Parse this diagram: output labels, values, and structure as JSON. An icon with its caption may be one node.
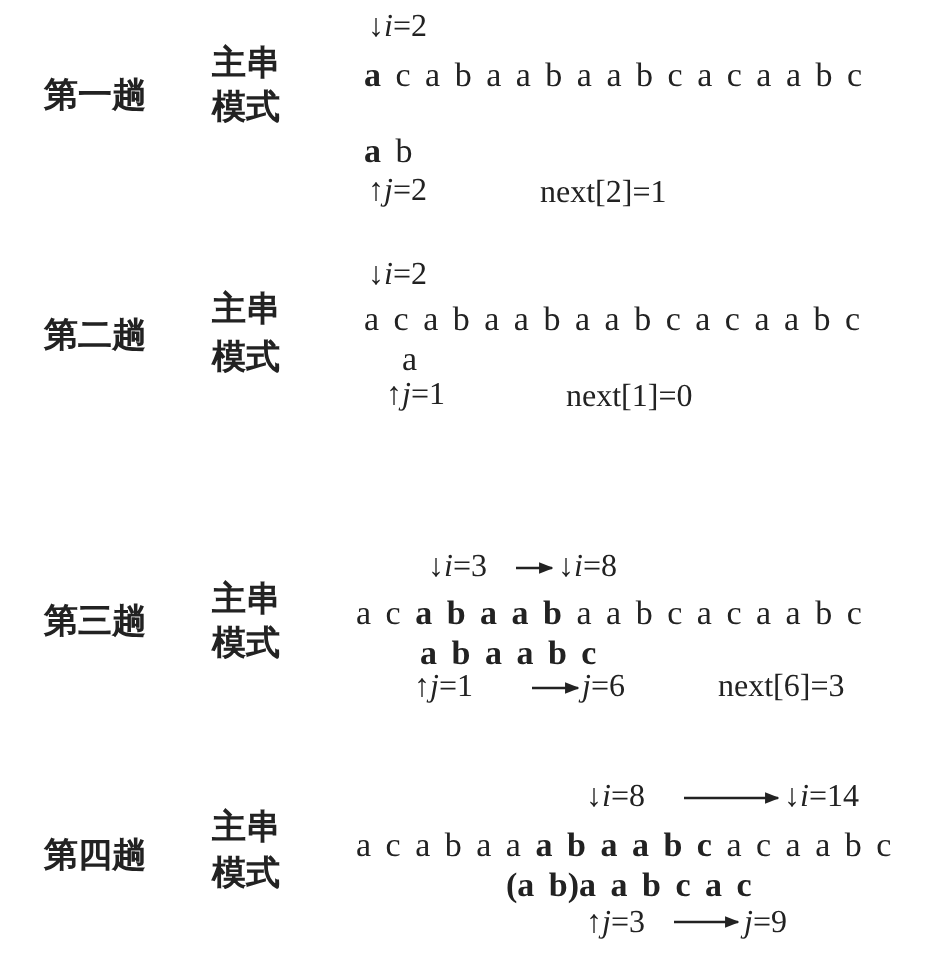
{
  "diagram": {
    "labels": [
      "↓*i*=2",
      "第一趟",
      "主串",
      "**a** c a b a a b a a b c a c a a b c",
      "模式",
      "**a** b",
      "↑*j*=2",
      "next[2]=1",
      "↓*i*=2",
      "第二趟",
      "主串",
      "a c a b a a b a a b c a c a a b c",
      "模式",
      "a",
      "↑*j*=1",
      "next[1]=0",
      "↓*i*=3",
      "↓*i*=8",
      "第三趟",
      "主串",
      "a c **a b a a b** a a b c a c a a b c",
      "模式",
      "a b a a b c",
      "↑*j*=1",
      "*j*=6",
      "next[6]=3",
      "↓*i*=8",
      "↓*i*=14",
      "第四趟",
      "主串",
      "a c a b a a **a b a a b c** a c a a b c",
      "模式",
      "(a b)a a b c a c",
      "↑*j*=3",
      "*j*=9"
    ]
  }
}
